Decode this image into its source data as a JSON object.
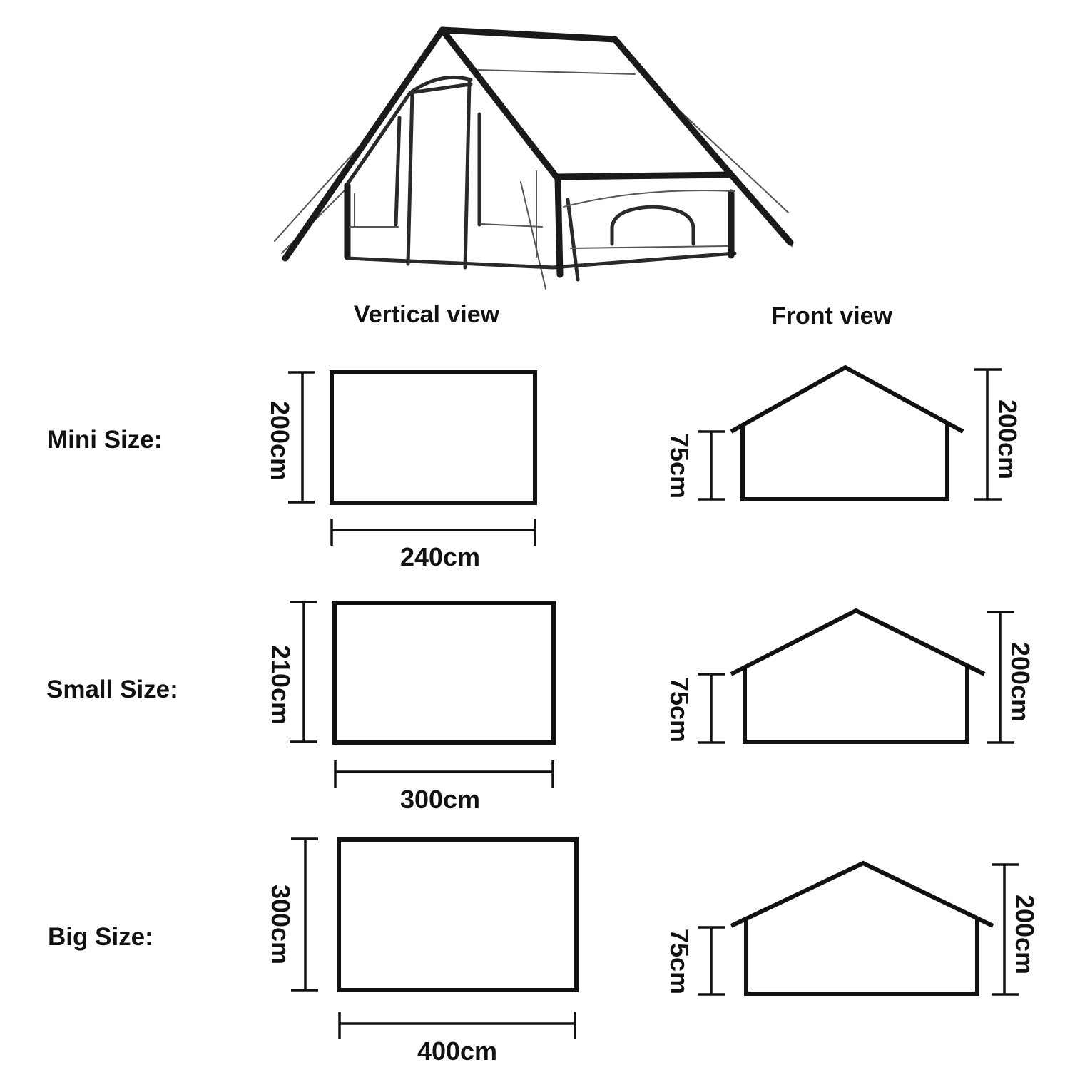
{
  "headings": {
    "vertical_view": "Vertical view",
    "front_view": "Front view"
  },
  "sizes": [
    {
      "name": "Mini Size:",
      "vertical": {
        "width_label": "240cm",
        "depth_label": "200cm"
      },
      "front": {
        "wall_label": "75cm",
        "height_label": "200cm"
      }
    },
    {
      "name": "Small Size:",
      "vertical": {
        "width_label": "300cm",
        "depth_label": "210cm"
      },
      "front": {
        "wall_label": "75cm",
        "height_label": "200cm"
      }
    },
    {
      "name": "Big Size:",
      "vertical": {
        "width_label": "400cm",
        "depth_label": "300cm"
      },
      "front": {
        "wall_label": "75cm",
        "height_label": "200cm"
      }
    }
  ],
  "illustration": {
    "subject": "tent-illustration"
  }
}
